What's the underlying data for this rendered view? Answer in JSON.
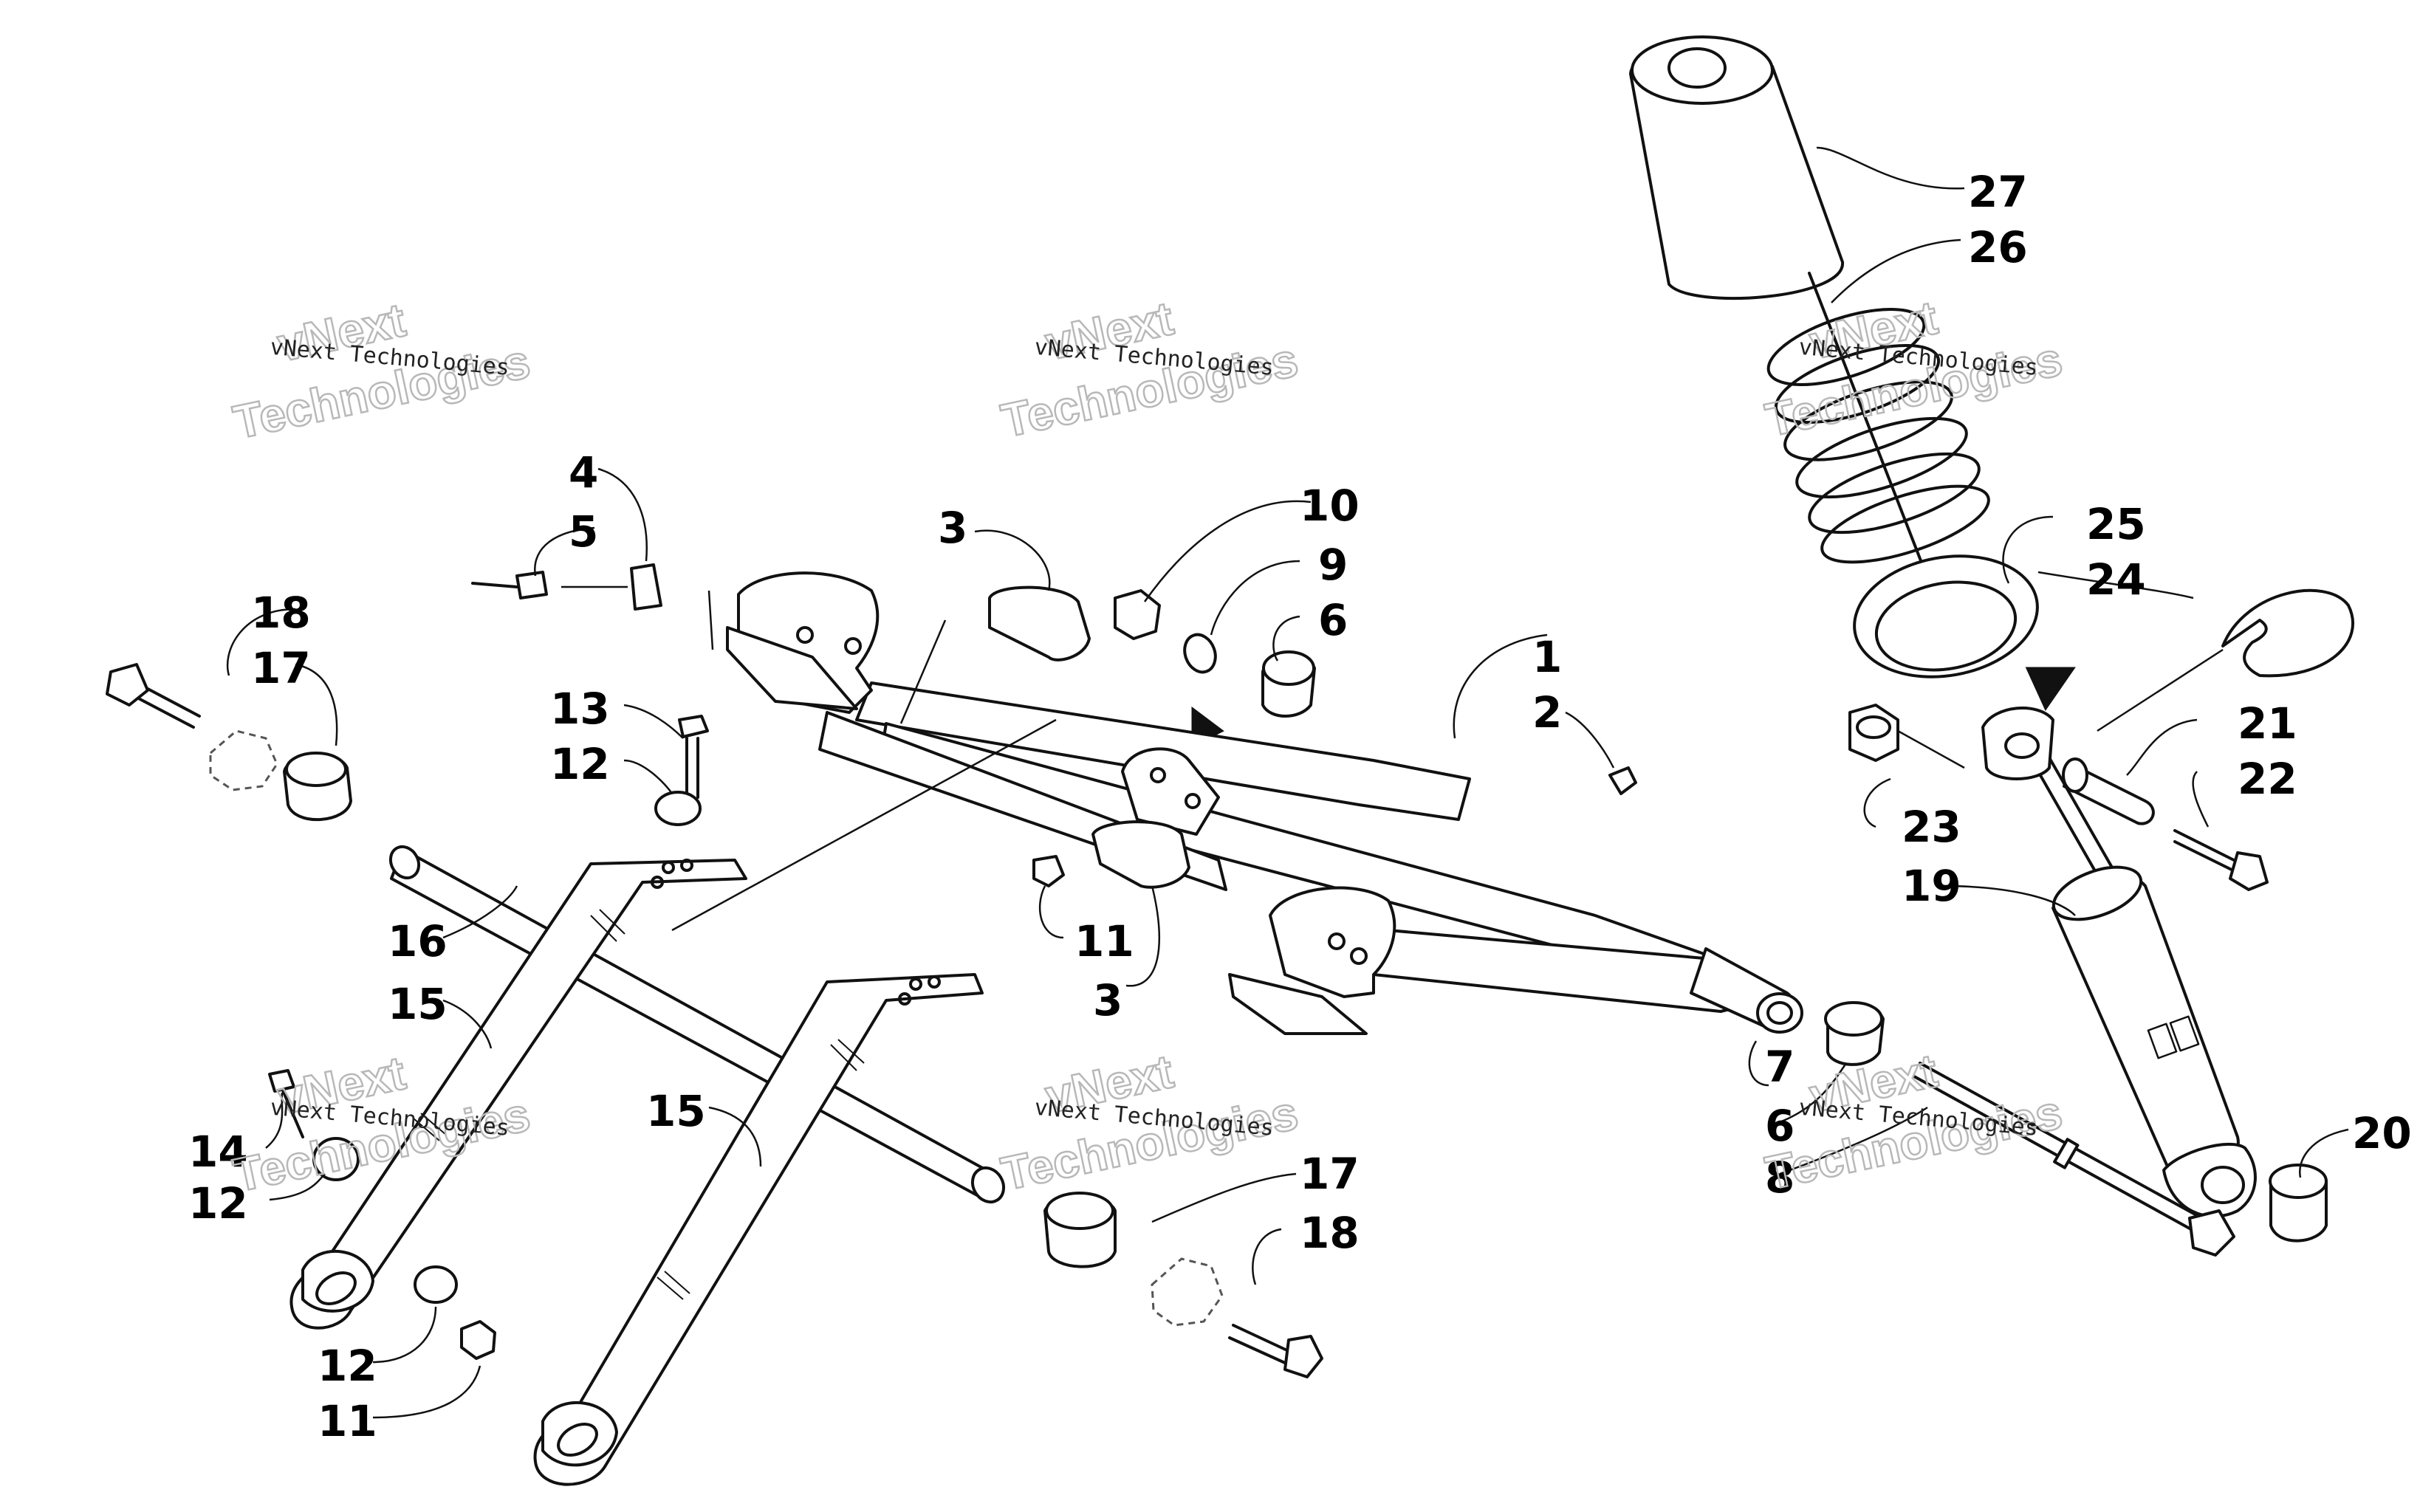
{
  "diagram": {
    "callouts": [
      {
        "id": "c1",
        "text": "1"
      },
      {
        "id": "c2",
        "text": "2"
      },
      {
        "id": "c3a",
        "text": "3"
      },
      {
        "id": "c3b",
        "text": "3"
      },
      {
        "id": "c4",
        "text": "4"
      },
      {
        "id": "c5",
        "text": "5"
      },
      {
        "id": "c6a",
        "text": "6"
      },
      {
        "id": "c6b",
        "text": "6"
      },
      {
        "id": "c7",
        "text": "7"
      },
      {
        "id": "c8",
        "text": "8"
      },
      {
        "id": "c9",
        "text": "9"
      },
      {
        "id": "c10",
        "text": "10"
      },
      {
        "id": "c11a",
        "text": "11"
      },
      {
        "id": "c11b",
        "text": "11"
      },
      {
        "id": "c12a",
        "text": "12"
      },
      {
        "id": "c12b",
        "text": "12"
      },
      {
        "id": "c12c",
        "text": "12"
      },
      {
        "id": "c13",
        "text": "13"
      },
      {
        "id": "c14",
        "text": "14"
      },
      {
        "id": "c15a",
        "text": "15"
      },
      {
        "id": "c15b",
        "text": "15"
      },
      {
        "id": "c16",
        "text": "16"
      },
      {
        "id": "c17a",
        "text": "17"
      },
      {
        "id": "c17b",
        "text": "17"
      },
      {
        "id": "c18a",
        "text": "18"
      },
      {
        "id": "c18b",
        "text": "18"
      },
      {
        "id": "c19",
        "text": "19"
      },
      {
        "id": "c20",
        "text": "20"
      },
      {
        "id": "c21",
        "text": "21"
      },
      {
        "id": "c22",
        "text": "22"
      },
      {
        "id": "c23",
        "text": "23"
      },
      {
        "id": "c24",
        "text": "24"
      },
      {
        "id": "c25",
        "text": "25"
      },
      {
        "id": "c26",
        "text": "26"
      },
      {
        "id": "c27",
        "text": "27"
      }
    ],
    "watermark": {
      "small": "vNext Technologies",
      "big_line1": "vNext",
      "big_line2": "Technologies"
    }
  }
}
